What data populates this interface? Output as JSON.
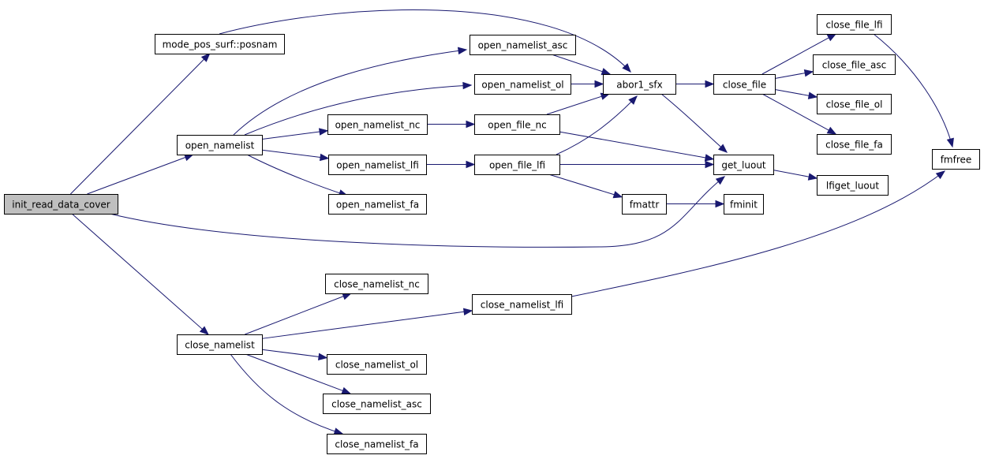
{
  "graph": {
    "nodes": [
      {
        "id": "init_read_data_cover",
        "label": "init_read_data_cover",
        "root": true
      },
      {
        "id": "mode_pos_surf_posnam",
        "label": "mode_pos_surf::posnam"
      },
      {
        "id": "open_namelist",
        "label": "open_namelist"
      },
      {
        "id": "close_namelist",
        "label": "close_namelist"
      },
      {
        "id": "get_luout",
        "label": "get_luout"
      },
      {
        "id": "abor1_sfx",
        "label": "abor1_sfx"
      },
      {
        "id": "open_namelist_asc",
        "label": "open_namelist_asc"
      },
      {
        "id": "open_namelist_ol",
        "label": "open_namelist_ol"
      },
      {
        "id": "open_namelist_nc",
        "label": "open_namelist_nc"
      },
      {
        "id": "open_namelist_lfi",
        "label": "open_namelist_lfi"
      },
      {
        "id": "open_namelist_fa",
        "label": "open_namelist_fa"
      },
      {
        "id": "open_file_nc",
        "label": "open_file_nc"
      },
      {
        "id": "open_file_lfi",
        "label": "open_file_lfi"
      },
      {
        "id": "fmattr",
        "label": "fmattr"
      },
      {
        "id": "fminit",
        "label": "fminit"
      },
      {
        "id": "close_file",
        "label": "close_file"
      },
      {
        "id": "close_file_lfi",
        "label": "close_file_lfi"
      },
      {
        "id": "close_file_asc",
        "label": "close_file_asc"
      },
      {
        "id": "close_file_ol",
        "label": "close_file_ol"
      },
      {
        "id": "close_file_fa",
        "label": "close_file_fa"
      },
      {
        "id": "lfiget_luout",
        "label": "lfiget_luout"
      },
      {
        "id": "fmfree",
        "label": "fmfree"
      },
      {
        "id": "close_namelist_nc",
        "label": "close_namelist_nc"
      },
      {
        "id": "close_namelist_lfi",
        "label": "close_namelist_lfi"
      },
      {
        "id": "close_namelist_ol",
        "label": "close_namelist_ol"
      },
      {
        "id": "close_namelist_asc",
        "label": "close_namelist_asc"
      },
      {
        "id": "close_namelist_fa",
        "label": "close_namelist_fa"
      }
    ],
    "edges": [
      {
        "from": "init_read_data_cover",
        "to": "mode_pos_surf_posnam"
      },
      {
        "from": "init_read_data_cover",
        "to": "open_namelist"
      },
      {
        "from": "init_read_data_cover",
        "to": "get_luout"
      },
      {
        "from": "init_read_data_cover",
        "to": "close_namelist"
      },
      {
        "from": "mode_pos_surf_posnam",
        "to": "abor1_sfx"
      },
      {
        "from": "open_namelist",
        "to": "open_namelist_asc"
      },
      {
        "from": "open_namelist",
        "to": "open_namelist_ol"
      },
      {
        "from": "open_namelist",
        "to": "open_namelist_nc"
      },
      {
        "from": "open_namelist",
        "to": "open_namelist_lfi"
      },
      {
        "from": "open_namelist",
        "to": "open_namelist_fa"
      },
      {
        "from": "open_namelist_asc",
        "to": "abor1_sfx"
      },
      {
        "from": "open_namelist_ol",
        "to": "abor1_sfx"
      },
      {
        "from": "open_namelist_nc",
        "to": "open_file_nc"
      },
      {
        "from": "open_namelist_lfi",
        "to": "open_file_lfi"
      },
      {
        "from": "open_file_nc",
        "to": "abor1_sfx"
      },
      {
        "from": "open_file_nc",
        "to": "get_luout"
      },
      {
        "from": "open_file_lfi",
        "to": "abor1_sfx"
      },
      {
        "from": "open_file_lfi",
        "to": "get_luout"
      },
      {
        "from": "open_file_lfi",
        "to": "fmattr"
      },
      {
        "from": "abor1_sfx",
        "to": "close_file"
      },
      {
        "from": "abor1_sfx",
        "to": "get_luout"
      },
      {
        "from": "close_file",
        "to": "close_file_lfi"
      },
      {
        "from": "close_file",
        "to": "close_file_asc"
      },
      {
        "from": "close_file",
        "to": "close_file_ol"
      },
      {
        "from": "close_file",
        "to": "close_file_fa"
      },
      {
        "from": "close_file_lfi",
        "to": "fmfree"
      },
      {
        "from": "get_luout",
        "to": "lfiget_luout"
      },
      {
        "from": "fmattr",
        "to": "fminit"
      },
      {
        "from": "close_namelist",
        "to": "close_namelist_nc"
      },
      {
        "from": "close_namelist",
        "to": "close_namelist_lfi"
      },
      {
        "from": "close_namelist",
        "to": "close_namelist_ol"
      },
      {
        "from": "close_namelist",
        "to": "close_namelist_asc"
      },
      {
        "from": "close_namelist",
        "to": "close_namelist_fa"
      },
      {
        "from": "close_namelist_lfi",
        "to": "fmfree"
      }
    ]
  },
  "colors": {
    "edge": "#191970",
    "node_border": "#000000",
    "node_fill": "#ffffff",
    "root_fill": "#bfbfbf"
  }
}
